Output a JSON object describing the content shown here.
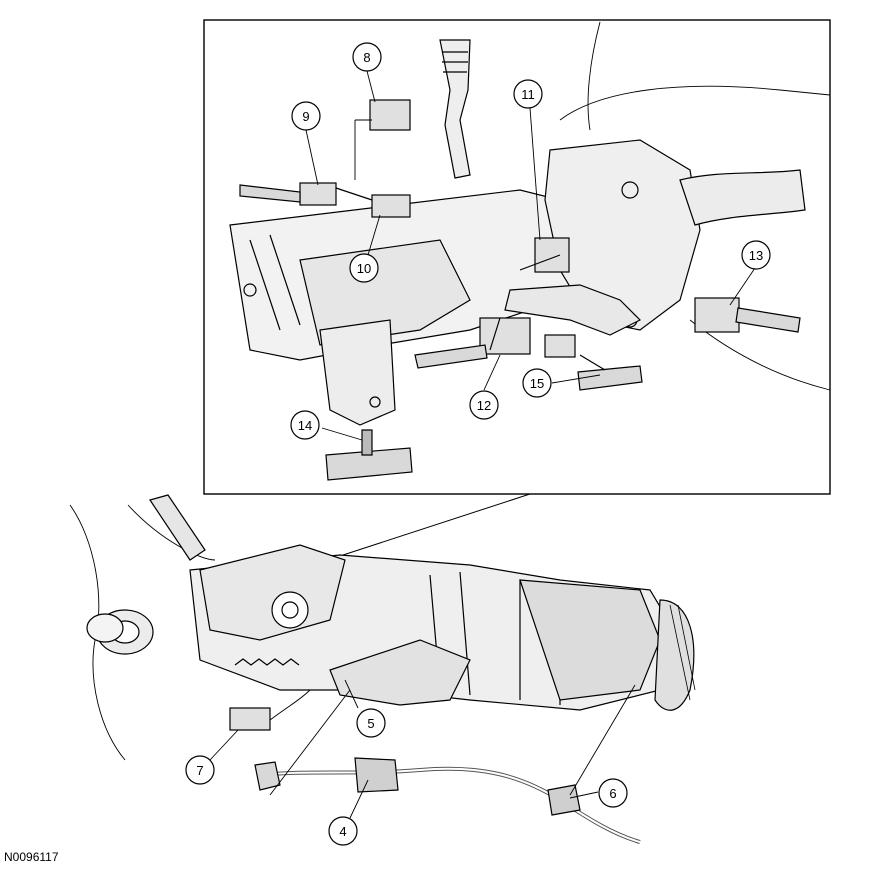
{
  "callouts": [
    {
      "id": "c8",
      "text": "8"
    },
    {
      "id": "c9",
      "text": "9"
    },
    {
      "id": "c10",
      "text": "10"
    },
    {
      "id": "c11",
      "text": "11"
    },
    {
      "id": "c13",
      "text": "13"
    },
    {
      "id": "c15",
      "text": "15"
    },
    {
      "id": "c12",
      "text": "12"
    },
    {
      "id": "c14",
      "text": "14"
    },
    {
      "id": "c5",
      "text": "5"
    },
    {
      "id": "c7",
      "text": "7"
    },
    {
      "id": "c6",
      "text": "6"
    },
    {
      "id": "c4",
      "text": "4"
    }
  ],
  "figure_id": "N0096117",
  "colors": {
    "line": "#000000",
    "shade": "#d9d9d9",
    "background": "#ffffff"
  }
}
